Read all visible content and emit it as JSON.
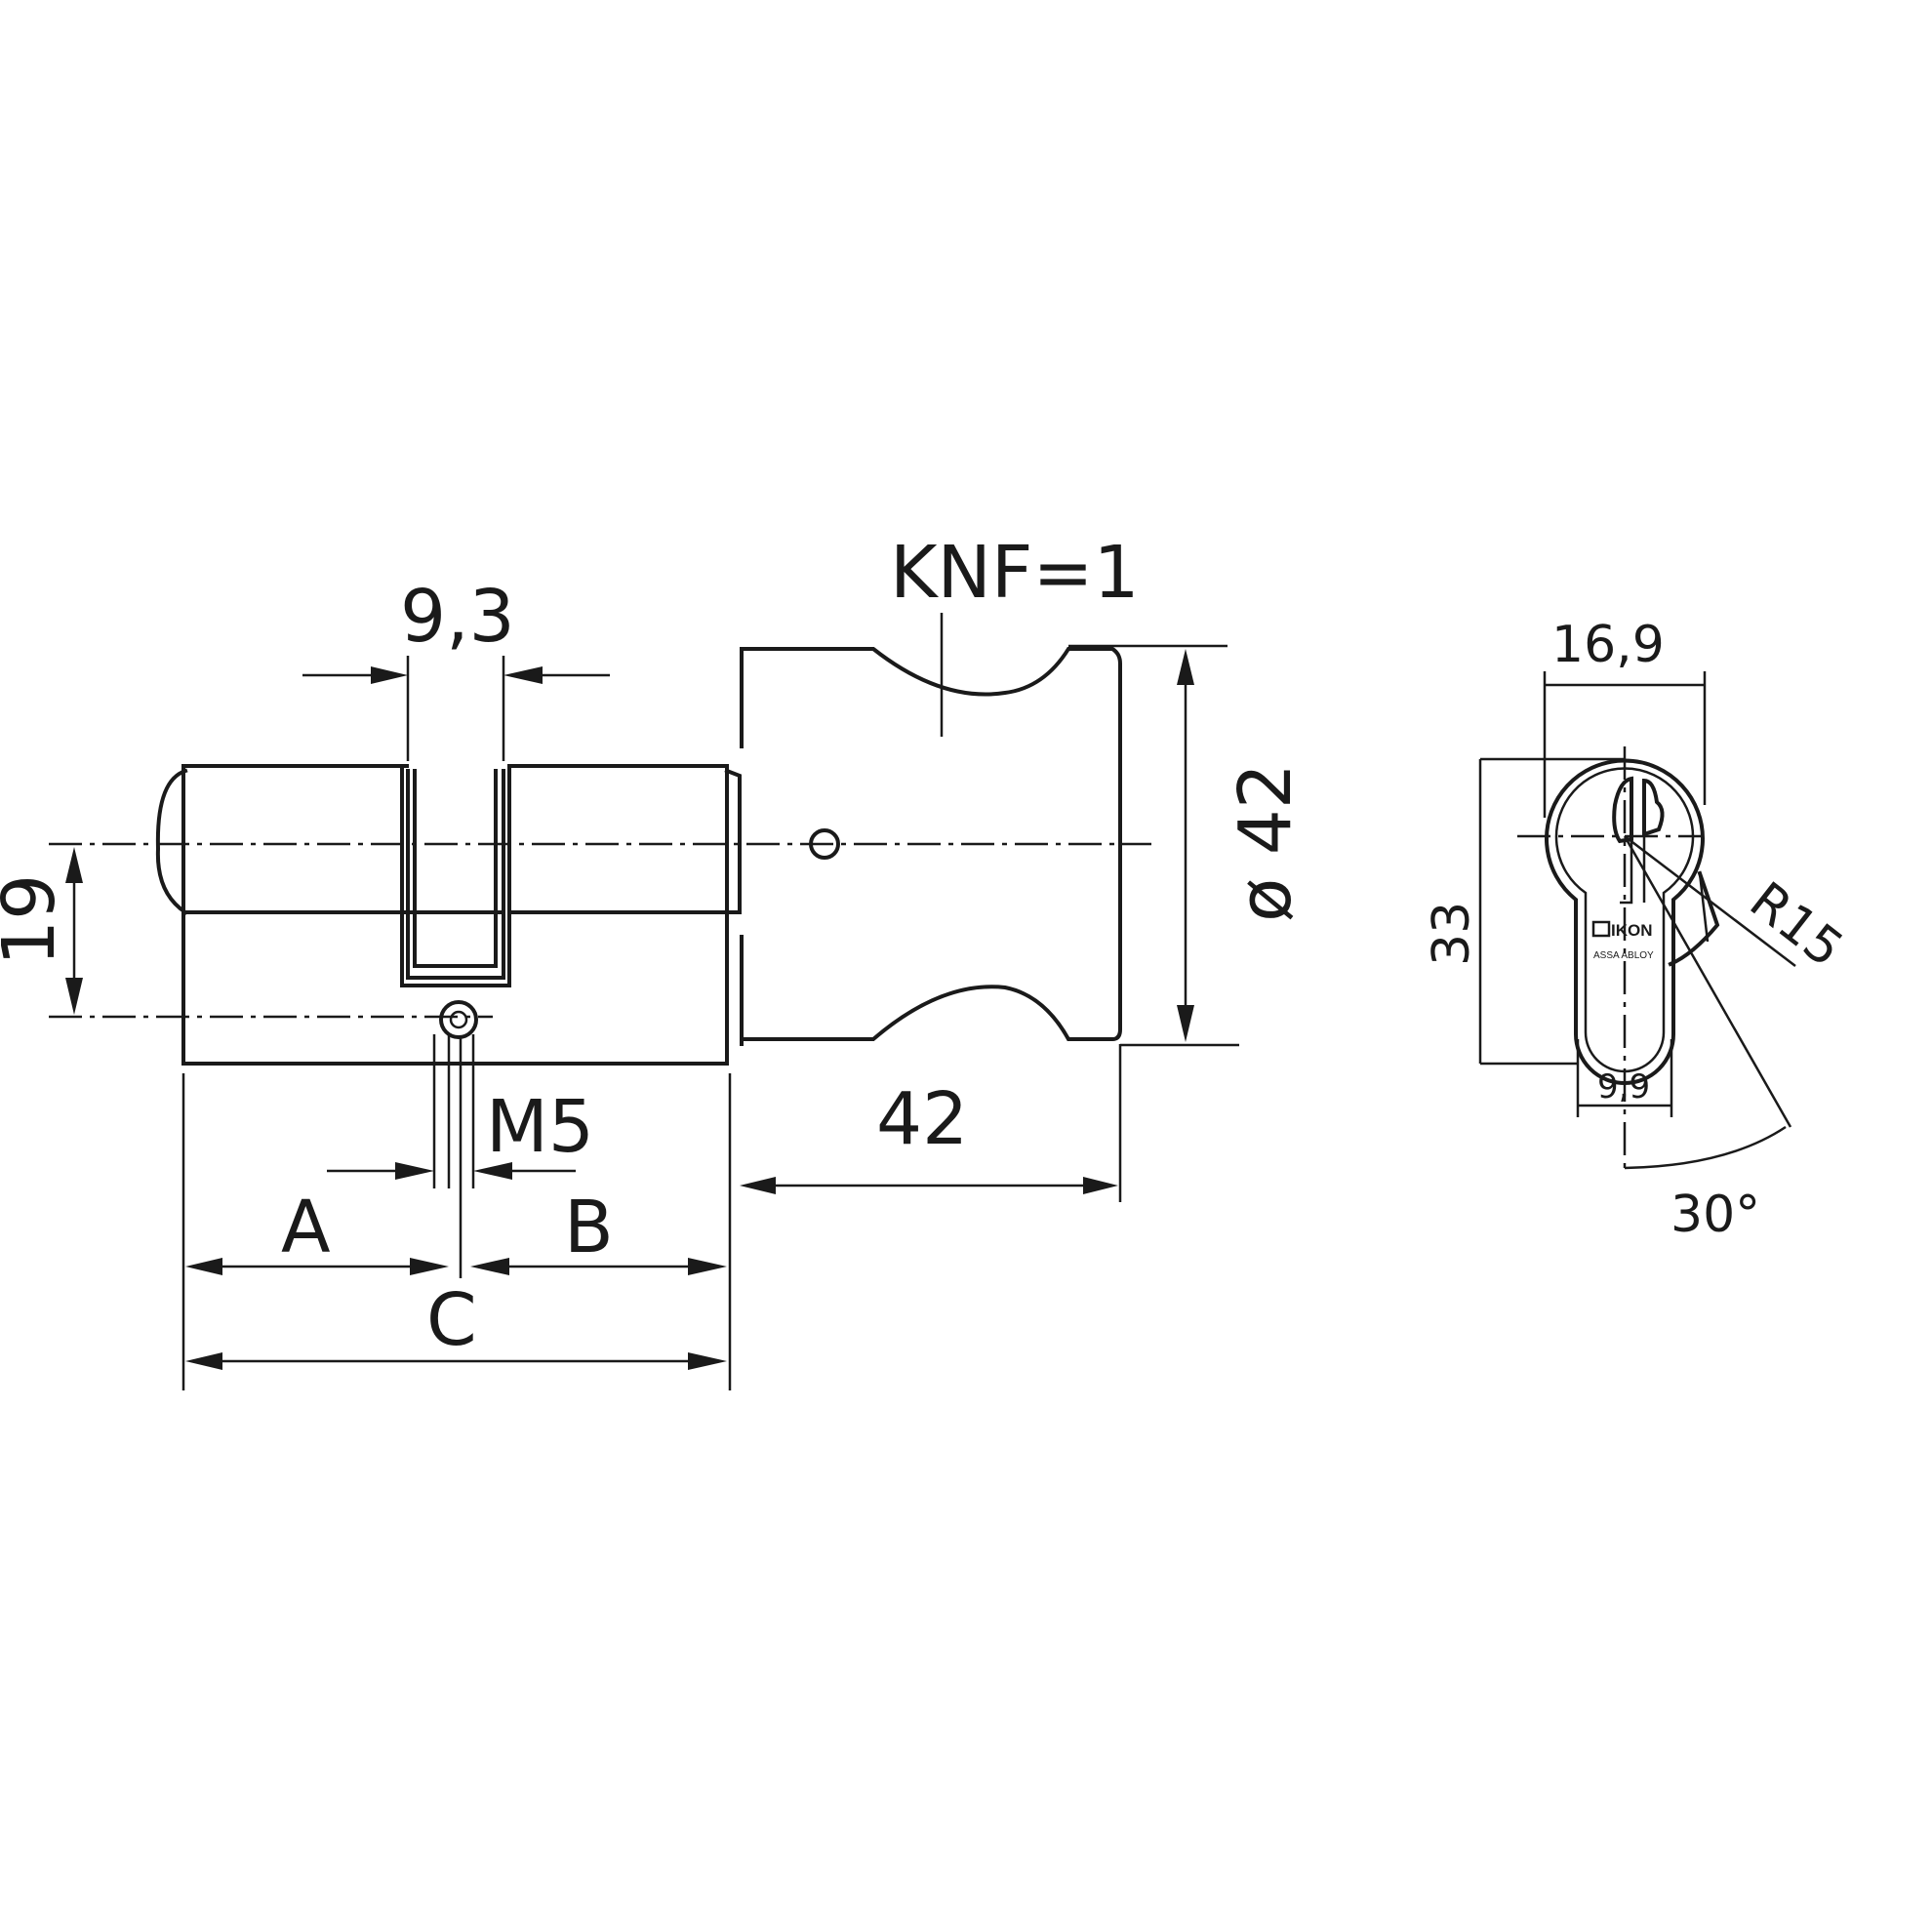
{
  "labels": {
    "knob_width": "9,3",
    "knob_spec": "KNF=1",
    "knob_diameter": "ø 42",
    "knob_length": "42",
    "center_height": "19",
    "screw": "M5",
    "dim_a": "A",
    "dim_b": "B",
    "dim_c": "C",
    "profile_width": "16,9",
    "profile_height": "33",
    "cam_radius": "R15",
    "profile_bottom_width": "9,9",
    "cam_angle": "30°"
  },
  "logo": {
    "brand": "IKON",
    "sub": "ASSA ABLOY"
  }
}
